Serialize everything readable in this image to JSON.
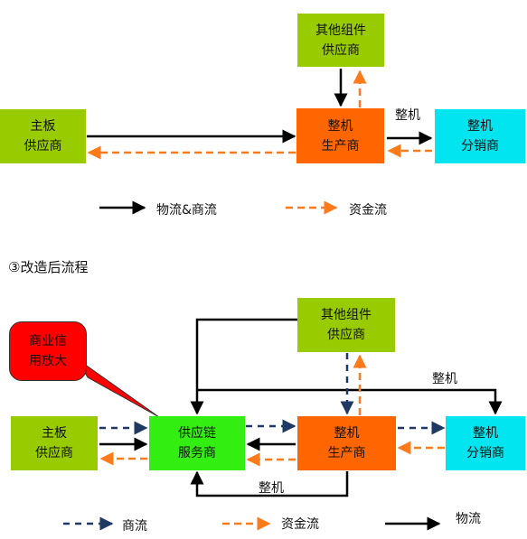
{
  "top": {
    "other_supplier": [
      "其他组件",
      "供应商"
    ],
    "main_board": [
      "主板",
      "供应商"
    ],
    "manufacturer": [
      "整机",
      "生产商"
    ],
    "distributor": [
      "整机",
      "分销商"
    ],
    "label_machine": "整机",
    "legend_logistics": "物流&商流",
    "legend_capital": "资金流"
  },
  "section_title": "③改造后流程",
  "bottom": {
    "bubble": [
      "商业信",
      "用放大"
    ],
    "other_supplier": [
      "其他组件",
      "供应商"
    ],
    "main_board": [
      "主板",
      "供应商"
    ],
    "scm": [
      "供应链",
      "服务商"
    ],
    "manufacturer": [
      "整机",
      "生产商"
    ],
    "distributor": [
      "整机",
      "分销商"
    ],
    "label_machine_top": "整机",
    "label_machine_bottom": "整机",
    "legend_commerce": "商流",
    "legend_capital": "资金流",
    "legend_logistics": "物流"
  },
  "colors": {
    "green": "#99cc00",
    "orange": "#ff6600",
    "cyan": "#00e5f0",
    "bright_green": "#33ee11",
    "red": "#ff0000",
    "navy": "#1f3864",
    "dash_orange": "#ff7a1a"
  }
}
